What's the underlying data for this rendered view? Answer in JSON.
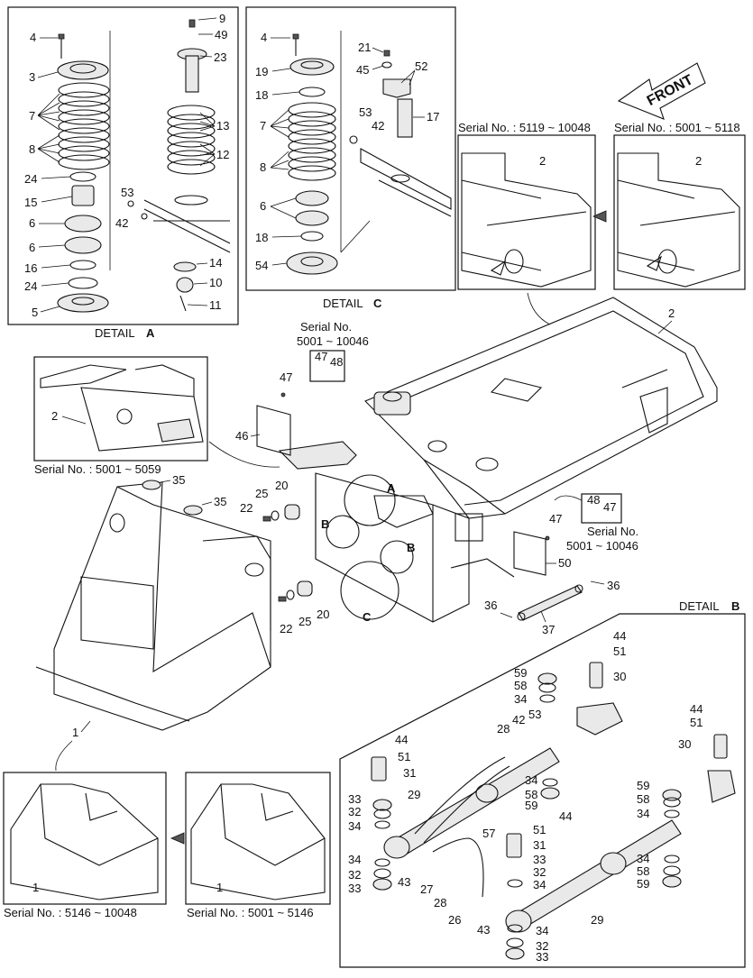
{
  "panels": {
    "detail_a": {
      "caption": "DETAIL",
      "letter": "A"
    },
    "detail_c": {
      "caption": "DETAIL",
      "letter": "C"
    },
    "detail_b": {
      "caption": "DETAIL",
      "letter": "B"
    },
    "frame_5119": {
      "serial": "Serial No. : 5119 ~ 10048"
    },
    "frame_5001": {
      "serial": "Serial No. : 5001 ~ 5118"
    },
    "front_arrow": {
      "label": "FRONT"
    },
    "bracket_5001_5059": {
      "serial": "Serial No. : 5001 ~ 5059"
    },
    "base_5146": {
      "serial": "Serial No. : 5146 ~ 10048"
    },
    "base_5001": {
      "serial": "Serial No. : 5001 ~ 5146"
    },
    "main_callouts": {
      "serial_top_1": "Serial No.",
      "serial_top_2": "5001 ~ 10046",
      "serial_right_1": "Serial No.",
      "serial_right_2": "5001 ~ 10046",
      "letter_a": "A",
      "letter_b1": "B",
      "letter_b2": "B",
      "letter_c": "C"
    }
  },
  "part_numbers": {
    "p1": "1",
    "p2": "2",
    "p3": "3",
    "p4": "4",
    "p5": "5",
    "p6": "6",
    "p7": "7",
    "p8": "8",
    "p9": "9",
    "p10": "10",
    "p11": "11",
    "p12": "12",
    "p13": "13",
    "p14": "14",
    "p15": "15",
    "p16": "16",
    "p17": "17",
    "p18": "18",
    "p19": "19",
    "p20": "20",
    "p21": "21",
    "p22": "22",
    "p23": "23",
    "p24": "24",
    "p25": "25",
    "p26": "26",
    "p27": "27",
    "p28": "28",
    "p29": "29",
    "p30": "30",
    "p31": "31",
    "p32": "32",
    "p33": "33",
    "p34": "34",
    "p35": "35",
    "p36": "36",
    "p37": "37",
    "p42": "42",
    "p43": "43",
    "p44": "44",
    "p45": "45",
    "p46": "46",
    "p47": "47",
    "p48": "48",
    "p49": "49",
    "p50": "50",
    "p51": "51",
    "p52": "52",
    "p53": "53",
    "p54": "54",
    "p57": "57",
    "p58": "58",
    "p59": "59"
  }
}
